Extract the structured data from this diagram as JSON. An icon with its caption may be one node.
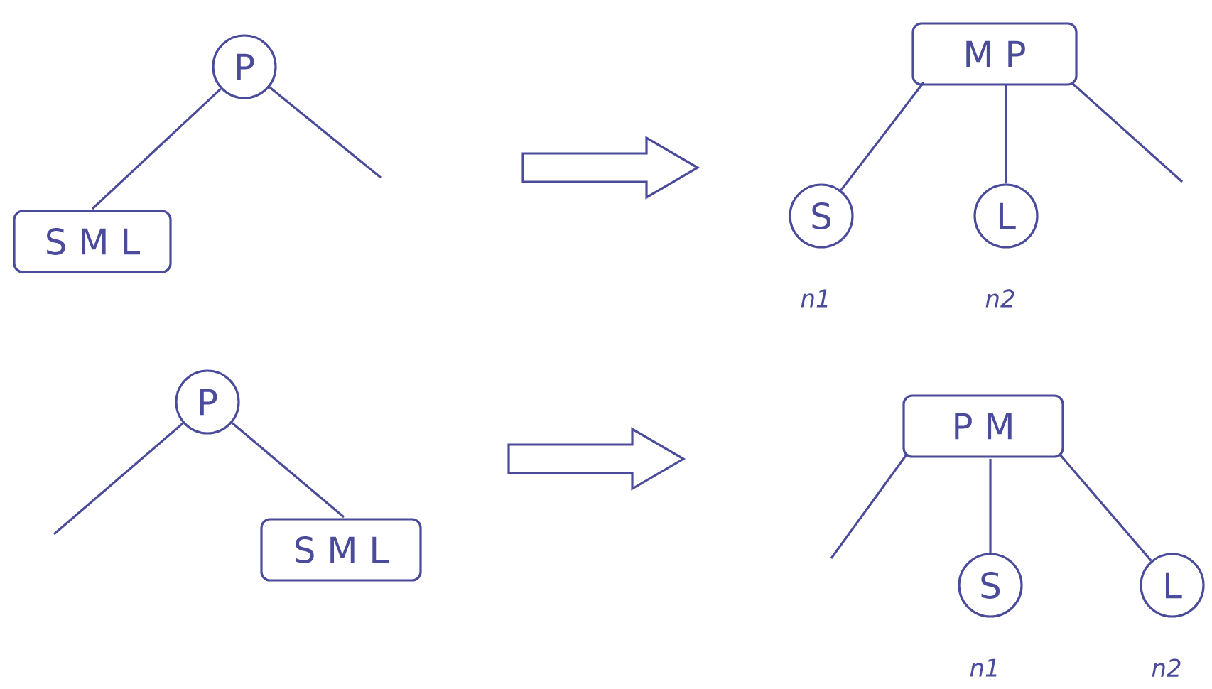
{
  "diagram": {
    "nodes": [
      {
        "text": [
          "P"
        ]
      },
      {
        "text": [
          "S M L"
        ]
      },
      {
        "text": [
          "M P"
        ]
      },
      {
        "text": [
          "S"
        ],
        "beside": [
          "n1"
        ]
      },
      {
        "text": [
          "L"
        ],
        "beside": [
          "n2"
        ]
      },
      {
        "text": [
          "P"
        ]
      },
      {
        "text": [
          "S M L"
        ]
      },
      {
        "text": [
          "P M"
        ]
      },
      {
        "text": [
          "S"
        ],
        "beside": [
          "n1"
        ]
      },
      {
        "text": [
          "L"
        ],
        "beside": [
          "n2"
        ]
      }
    ],
    "edges": [
      {
        "from": 0,
        "to": 1,
        "arrow": "none"
      },
      {
        "from": 0,
        "to": null,
        "arrow": "none"
      },
      {
        "from": 2,
        "to": 3,
        "arrow": "none"
      },
      {
        "from": 2,
        "to": 4,
        "arrow": "none"
      },
      {
        "from": 2,
        "to": null,
        "arrow": "none"
      },
      {
        "from": 5,
        "to": null,
        "arrow": "none"
      },
      {
        "from": 5,
        "to": 6,
        "arrow": "none"
      },
      {
        "from": 7,
        "to": null,
        "arrow": "none"
      },
      {
        "from": 7,
        "to": 8,
        "arrow": "none"
      },
      {
        "from": 7,
        "to": 9,
        "arrow": "none"
      }
    ]
  }
}
